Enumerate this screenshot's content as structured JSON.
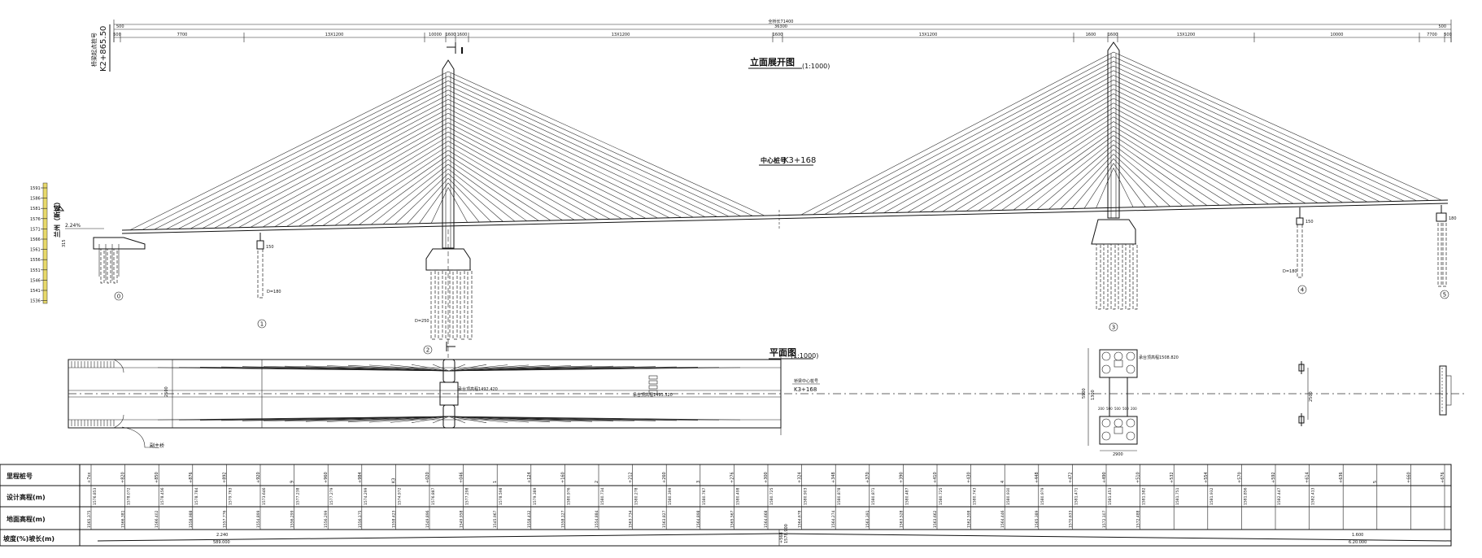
{
  "titles": {
    "elevation": "立面展开图",
    "elevation_scale": "(1:1000)",
    "plan": "平面图",
    "plan_scale": "(1:1000)"
  },
  "start_station_label": "桥梁起点桩号",
  "start_station": "K2+865.50",
  "center_station_label": "中心桩号",
  "center_station": "K3+168",
  "plan_center_label": "桥梁中心桩号",
  "plan_center_station": "K3+168",
  "section_mark": "I",
  "direction_label": "兰州（新城）",
  "dimensions": {
    "total": "全桥长71400",
    "sub": "36300",
    "segments": [
      "500",
      "7700",
      "13X1200",
      "10000",
      "1600",
      "1600",
      "13X1200",
      "1600",
      "13X1200",
      "1600",
      "1600",
      "13X1200",
      "10000",
      "7700",
      "500"
    ],
    "left_end": "500",
    "right_end": "500"
  },
  "elevation_scale_ticks": [
    "1591",
    "1586",
    "1581",
    "1576",
    "1571",
    "1566",
    "1561",
    "1556",
    "1551",
    "1546",
    "1541",
    "1536"
  ],
  "pier_labels": [
    "0",
    "1",
    "2",
    "3",
    "4",
    "5"
  ],
  "pile_labels": {
    "p1_cap": "150",
    "p1_dia": "D=180",
    "p2_dia": "D=250",
    "p4_cap": "150",
    "p4_dia": "D=180",
    "p5_cap": "180",
    "abutment_left": "2.24%",
    "abutment_h": "315"
  },
  "plan_labels": {
    "width": "2500",
    "pylon_elev": "承台顶高程1492.420",
    "mid_elev": "承台顶高程1493.520",
    "right_elev": "承台顶高程1508.820",
    "detail_total_h": "5900",
    "detail_w": "2900",
    "detail_gap": "1300",
    "detail_dims": [
      "200",
      "500",
      "500",
      "500",
      "200"
    ],
    "pier4_w": "2500",
    "bubble_label": "副主桥"
  },
  "table": {
    "row_labels": [
      "里程桩号",
      "设计高程(m)",
      "地面高程(m)",
      "坡度(%)坡长(m)"
    ],
    "stations": [
      "+7xx",
      "+820",
      "+850",
      "+876",
      "+892",
      "+920",
      "9",
      "+960",
      "+984",
      "K3",
      "+020",
      "+046",
      "1",
      "+124",
      "+160",
      "2",
      "+212",
      "+260",
      "3",
      "+276",
      "+300",
      "+324",
      "+348",
      "+370",
      "+390",
      "+410",
      "+430",
      "4",
      "+448",
      "+472",
      "+490",
      "+510",
      "+532",
      "+554",
      "+570",
      "+592",
      "+614",
      "+636",
      "5",
      "+660",
      "+676"
    ],
    "design": [
      "1576.853",
      "1578.072",
      "1578.456",
      "1578.784",
      "1579.763",
      "1573.646",
      "1577.238",
      "1577.279",
      "1574.299",
      "1574.972",
      "1576.887",
      "1577.298",
      "1578.598",
      "1579.389",
      "1580.976",
      "1580.734",
      "1580.278",
      "1580.399",
      "1580.767",
      "1580.498",
      "1580.725",
      "1580.903",
      "1580.878",
      "1580.871",
      "1580.487",
      "1580.725",
      "1580.743",
      "1580.930",
      "1580.979",
      "1581.471",
      "1581.453",
      "1581.582",
      "1581.751",
      "1581.932",
      "1581.856",
      "1582.447",
      "1582.413"
    ],
    "ground": [
      "1565.375",
      "1566.381",
      "1566.402",
      "1558.988",
      "1557.776",
      "1554.899",
      "1556.299",
      "1556.299",
      "1556.175",
      "1558.423",
      "1549.896",
      "1549.958",
      "1545.967",
      "1558.432",
      "1558.127",
      "1554.884",
      "1563.734",
      "1563.827",
      "1564.898",
      "1565.567",
      "1564.668",
      "1564.678",
      "1564.274",
      "1563.391",
      "1563.528",
      "1563.662",
      "1562.598",
      "1564.446",
      "1565.389",
      "1570.633",
      "1572.107",
      "1572.488"
    ],
    "grade_left": "2.240",
    "grade_left_len": "589.000",
    "grade_mid": "+568",
    "grade_mid2": "1578.900",
    "grade_right": "1.600",
    "grade_right_len": "6.20.000"
  },
  "colors": {
    "ink": "#111111",
    "scale_yellow": "#e8d96a"
  }
}
